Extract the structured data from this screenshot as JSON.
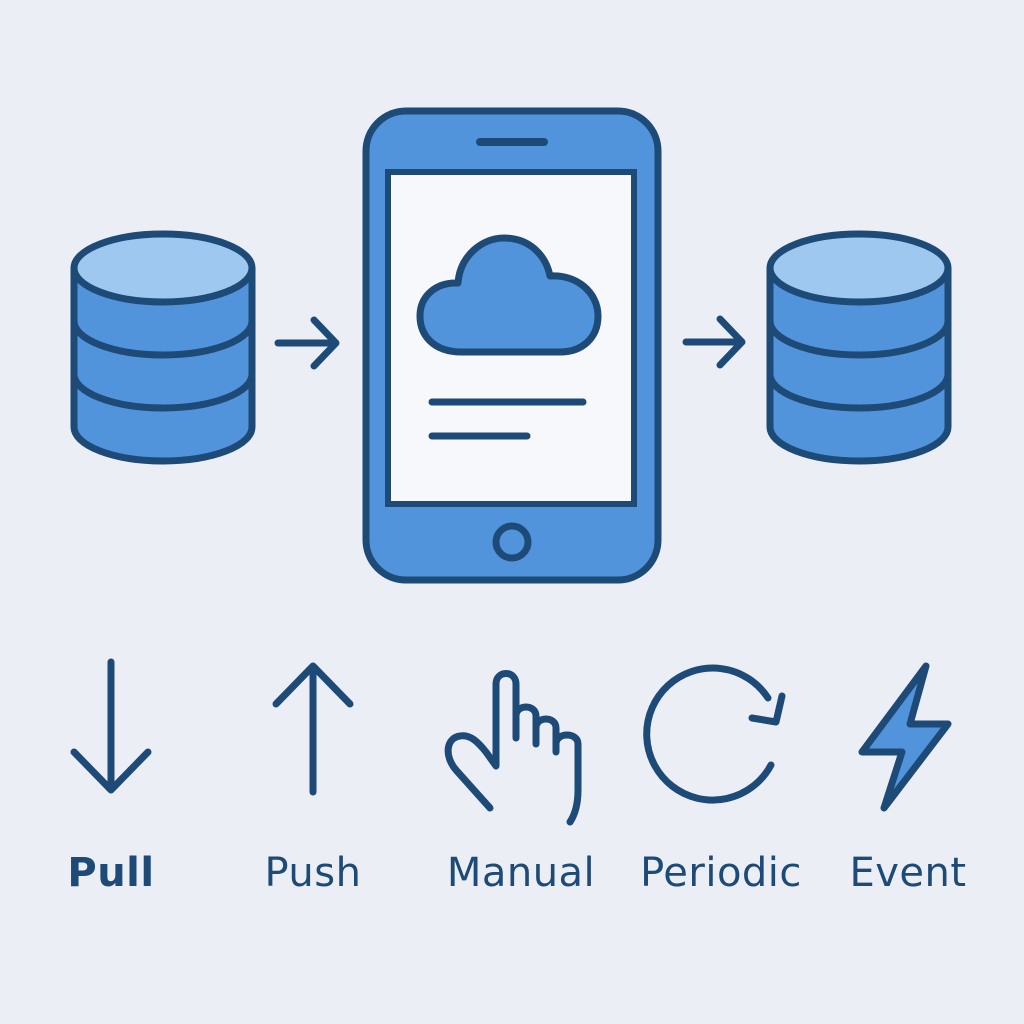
{
  "colors": {
    "background": "#ebeff5",
    "stroke": "#1e4a78",
    "fill_blue": "#5294dc",
    "fill_light": "#9fc8f0",
    "screen": "#f6f8fb"
  },
  "icons": {
    "source_database": "database-icon",
    "device": "smartphone-icon",
    "cloud": "cloud-icon",
    "target_database": "database-icon",
    "pull": "arrow-down-icon",
    "push": "arrow-up-icon",
    "manual": "hand-pointer-icon",
    "periodic": "refresh-icon",
    "event": "lightning-bolt-icon"
  },
  "sync_modes": {
    "pull": "Pull",
    "push": "Push",
    "manual": "Manual",
    "periodic": "Periodic",
    "event": "Event"
  }
}
